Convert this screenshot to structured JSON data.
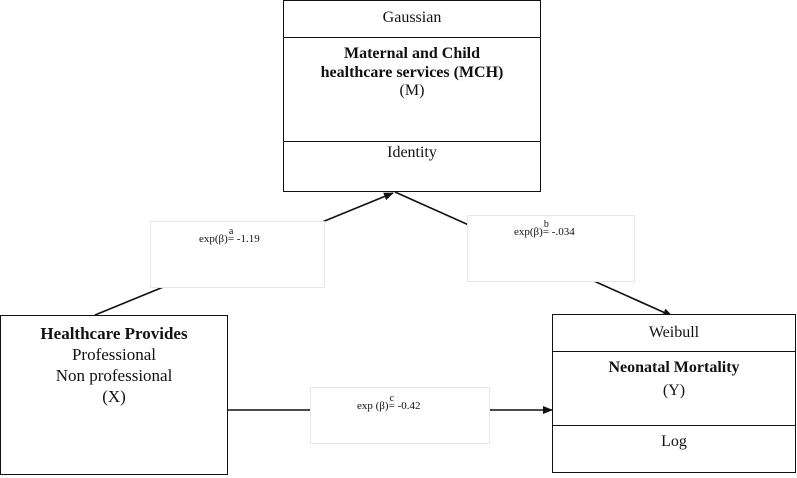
{
  "mediator": {
    "header": "Gaussian",
    "title_line1": "Maternal and Child",
    "title_line2": "healthcare services (MCH)",
    "symbol": "(M)",
    "footer": "Identity"
  },
  "exposure": {
    "title": "Healthcare Provides",
    "level1": "Professional",
    "level2": "Non professional",
    "symbol": "(X)"
  },
  "outcome": {
    "header": "Weibull",
    "title": "Neonatal Mortality",
    "symbol": "(Y)",
    "footer": "Log"
  },
  "paths": {
    "a": {
      "prefix": "exp(β)",
      "letter": "a",
      "value": "-1.19"
    },
    "b": {
      "prefix": "exp(β)",
      "letter": "b",
      "value": "-.034"
    },
    "c": {
      "prefix": "exp (β)",
      "letter": "c",
      "value": "-0.42"
    }
  }
}
